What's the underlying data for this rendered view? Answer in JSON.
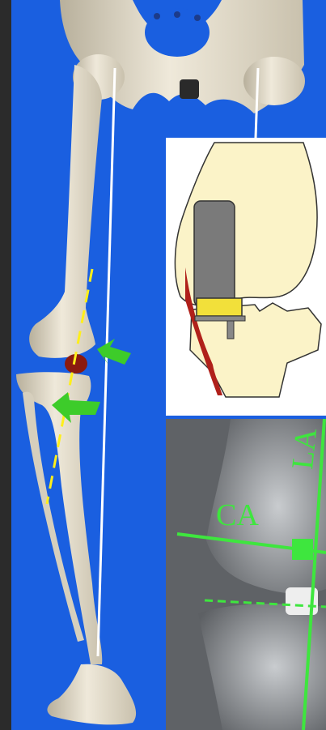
{
  "panels": {
    "xray": {
      "coronal_axis_label": "CA",
      "long_axis_label": "LA"
    }
  },
  "colors": {
    "background": "#1a5fe0",
    "bone": "#e8e1cf",
    "mechanical_axis": "#ffffff",
    "anatomical_axis": "#ffef1a",
    "arrows": "#3dcc2a",
    "defect": "#8a1a10",
    "inset_bone": "#fbf3c8",
    "implant_stem": "#7a7a7a",
    "implant_tray": "#f2e03a",
    "xray_lines": "#3ee63e"
  },
  "icons": [
    "leg-skeleton",
    "compression-arrow",
    "knee-implant-diagram"
  ]
}
